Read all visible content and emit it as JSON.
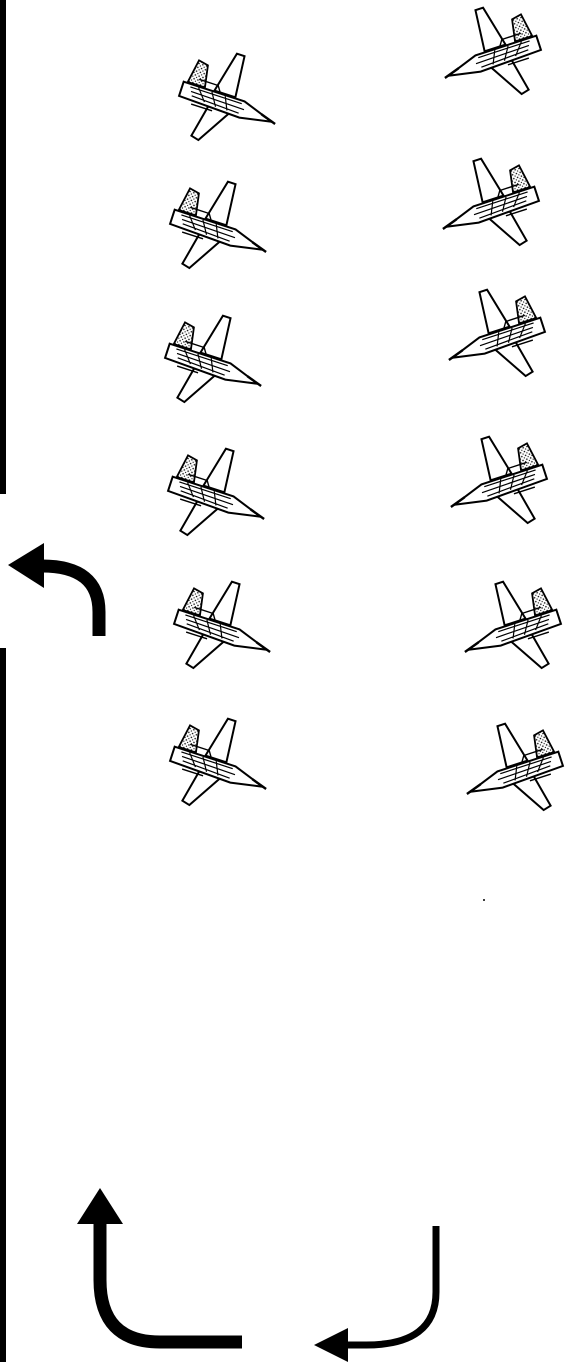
{
  "figure": {
    "colors": {
      "ink": "#000000",
      "paper": "#ffffff"
    },
    "aircraft": {
      "icon": "fighter-jet-icon",
      "formations": [
        {
          "name": "left-column",
          "count": 6,
          "heading": "right"
        },
        {
          "name": "right-column",
          "count": 6,
          "heading": "left"
        }
      ]
    },
    "arrows": [
      {
        "icon": "curved-arrow-left-icon",
        "direction": "up-then-left"
      },
      {
        "icon": "curved-arrow-up-icon",
        "direction": "left-then-up"
      },
      {
        "icon": "curved-arrow-down-left-icon",
        "direction": "down-then-left"
      }
    ]
  }
}
